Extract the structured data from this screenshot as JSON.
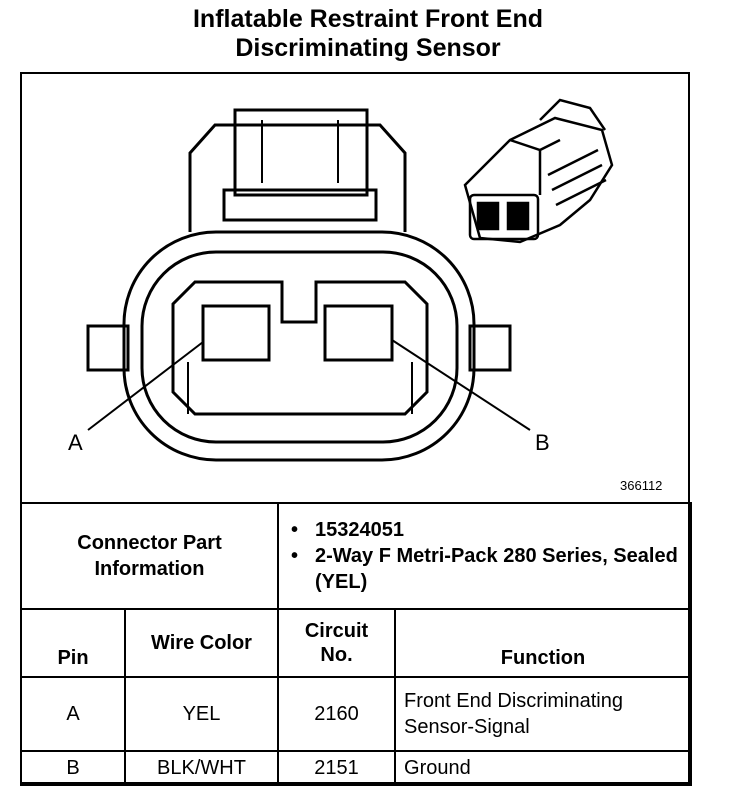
{
  "title": {
    "line1": "Inflatable Restraint Front End",
    "line2": "Discriminating Sensor"
  },
  "diagram": {
    "pin_a_label": "A",
    "pin_b_label": "B",
    "figure_number": "366112"
  },
  "connector_info": {
    "label": "Connector Part Information",
    "items": [
      "15324051",
      "2-Way F Metri-Pack 280 Series, Sealed (YEL)"
    ]
  },
  "table": {
    "headers": {
      "pin": "Pin",
      "wire_color": "Wire Color",
      "circuit_no": "Circuit No.",
      "function": "Function"
    },
    "rows": [
      {
        "pin": "A",
        "wire_color": "YEL",
        "circuit_no": "2160",
        "function": "Front End Discriminating Sensor-Signal"
      },
      {
        "pin": "B",
        "wire_color": "BLK/WHT",
        "circuit_no": "2151",
        "function": "Ground"
      }
    ]
  }
}
